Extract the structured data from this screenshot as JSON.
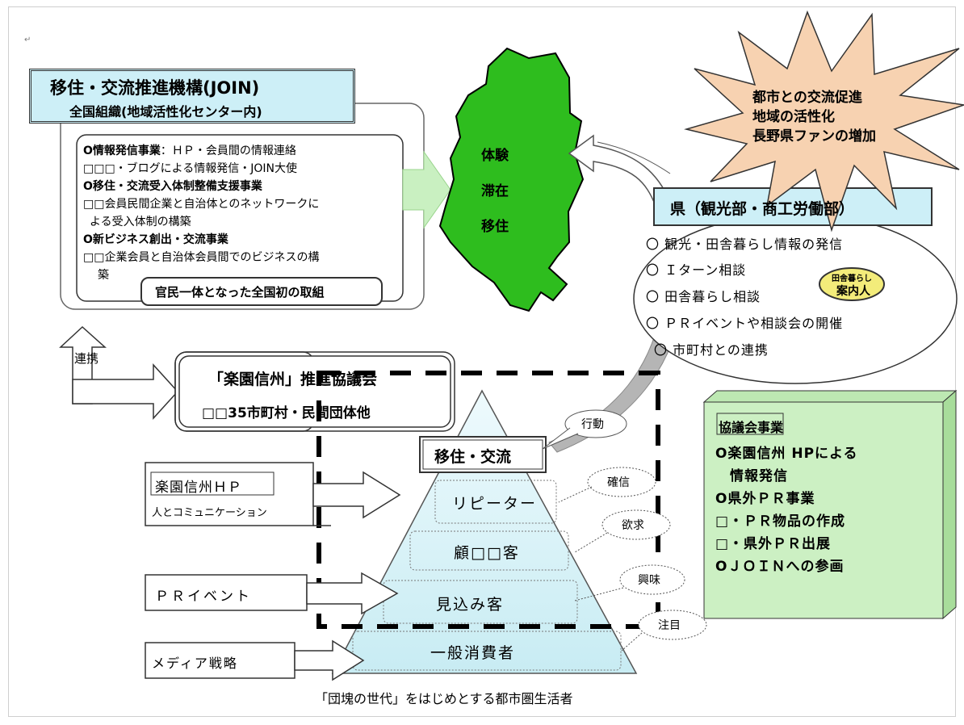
{
  "return_mark": "↵",
  "join": {
    "title": "移住・交流推進機構(JOIN)",
    "subtitle": "全国組織(地域活性化センター内)",
    "lines": [
      {
        "bold": "O情報発信事業",
        "text": "：ＨＰ・会員間の情報連絡"
      },
      {
        "bold": "",
        "text": "□□□・ブログによる情報発信・JOIN大使"
      },
      {
        "bold": "O移住・交流受入体制整備支援事業",
        "text": ""
      },
      {
        "bold": "",
        "text": "□□会員民間企業と自治体とのネットワークに"
      },
      {
        "bold": "",
        "text": "よる受入体制の構築"
      },
      {
        "bold": "O新ビジネス創出・交流事業",
        "text": ""
      },
      {
        "bold": "",
        "text": "□□企業会員と自治体会員間でのビジネスの構"
      },
      {
        "bold": "",
        "text": "築"
      }
    ],
    "footer": "官民一体となった全国初の取組"
  },
  "map": {
    "labels": [
      "体験",
      "滞在",
      "移住"
    ],
    "color": "#2ebd1e"
  },
  "starburst": {
    "lines": [
      "都市との交流促進",
      "地域の活性化",
      "長野県ファンの増加"
    ],
    "color": "#f7d2b1"
  },
  "prefecture": {
    "title": "県（観光部・商工労働部）",
    "items": [
      "〇 観光・田舎暮らし情報の発信",
      "〇 Ｉターン相談",
      "〇 田舎暮らし相談",
      "〇 ＰＲイベントや相談会の開催",
      "〇 市町村との連携"
    ],
    "guide_badge": {
      "line1": "田舎暮らし",
      "line2": "案内人"
    }
  },
  "renkei": "連携",
  "council": {
    "title": "「楽園信州」推進協議会",
    "subtitle": "□□35市町村・民間団体他"
  },
  "pyramid": {
    "top": "移住・交流",
    "levels": [
      "リピーター",
      "顧□□客",
      "見込み客",
      "一般消費者"
    ],
    "bubbles": [
      "行動",
      "確信",
      "欲求",
      "興味",
      "注目"
    ],
    "caption": "「団塊の世代」をはじめとする都市圏生活者"
  },
  "channels": {
    "hp_title": "楽園信州ＨＰ",
    "hp_sub": "人とコミュニケーション",
    "event": "ＰＲイベント",
    "media": "メディア戦略"
  },
  "council_box": {
    "title": "協議会事業",
    "lines": [
      "O楽園信州 HPによる",
      "　情報発信",
      "O県外ＰＲ事業",
      "□・ＰＲ物品の作成",
      "□・県外ＰＲ出展",
      "OＪＯＩＮへの参画"
    ],
    "color": "#ccf0c3"
  }
}
